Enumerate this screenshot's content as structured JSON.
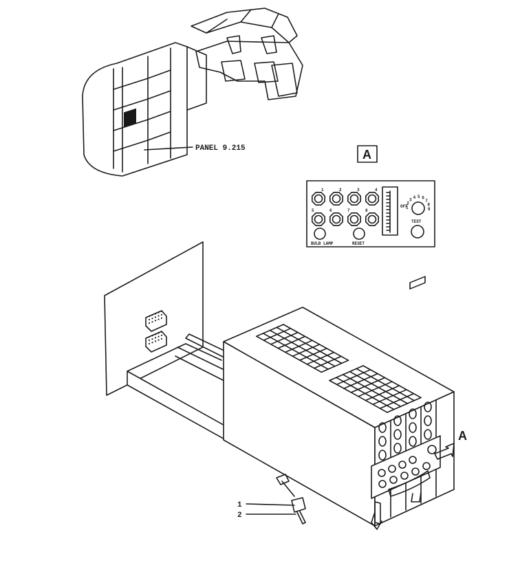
{
  "callouts": {
    "panel_ref": "PANEL 9.215",
    "detail_box": "A",
    "detail_arrow": "A",
    "item_1": "1",
    "item_2": "2"
  },
  "detail_panel": {
    "unit_numbers": [
      "1",
      "2",
      "3",
      "4",
      "5",
      "6",
      "7",
      "8"
    ],
    "dial_marks": [
      "1",
      "2",
      "3",
      "4",
      "5",
      "6",
      "7",
      "8",
      "9"
    ],
    "dial_off": "OFF",
    "buttons": [
      "BULB LAMP",
      "RESET",
      "TEST"
    ]
  }
}
